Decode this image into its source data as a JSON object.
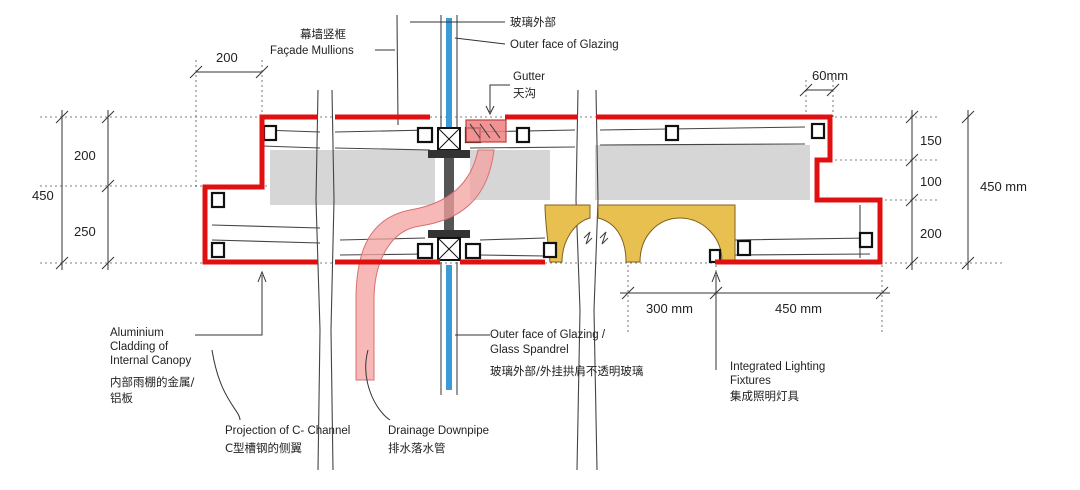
{
  "labels": {
    "mullion_cn": "幕墙竖框",
    "mullion_en": "Façade Mullions",
    "glazing_top_cn": "玻璃外部",
    "glazing_top_en": "Outer face of Glazing",
    "gutter_en": "Gutter",
    "gutter_cn": "天沟",
    "cladding_en_1": "Aluminium",
    "cladding_en_2": "Cladding of",
    "cladding_en_3": "Internal Canopy",
    "cladding_cn_1": "内部雨棚的金属/",
    "cladding_cn_2": "铝板",
    "spandrel_en_1": "Outer face of Glazing /",
    "spandrel_en_2": "Glass Spandrel",
    "spandrel_cn": "玻璃外部/外挂拱肩不透明玻璃",
    "lighting_en_1": "Integrated Lighting",
    "lighting_en_2": "Fixtures",
    "lighting_cn": "集成照明灯具",
    "cchannel_en": "Projection of C- Channel",
    "cchannel_cn": "C型槽钢的侧翼",
    "downpipe_en": "Drainage Downpipe",
    "downpipe_cn": "排水落水管"
  },
  "dimensions": {
    "top_left_width": "200",
    "top_right_width": "60mm",
    "left_upper": "200",
    "left_total": "450",
    "left_lower": "250",
    "right_upper": "150",
    "right_middle": "100",
    "right_lower": "200",
    "right_total": "450 mm",
    "bottom_left": "300 mm",
    "bottom_right": "450 mm"
  },
  "colors": {
    "outline": "#e01010",
    "downpipe": "#f4a0a0",
    "lighting": "#e8c050",
    "glazing": "#3a9bd6",
    "gutter": "#f08080",
    "shade": "#d6d6d6"
  }
}
